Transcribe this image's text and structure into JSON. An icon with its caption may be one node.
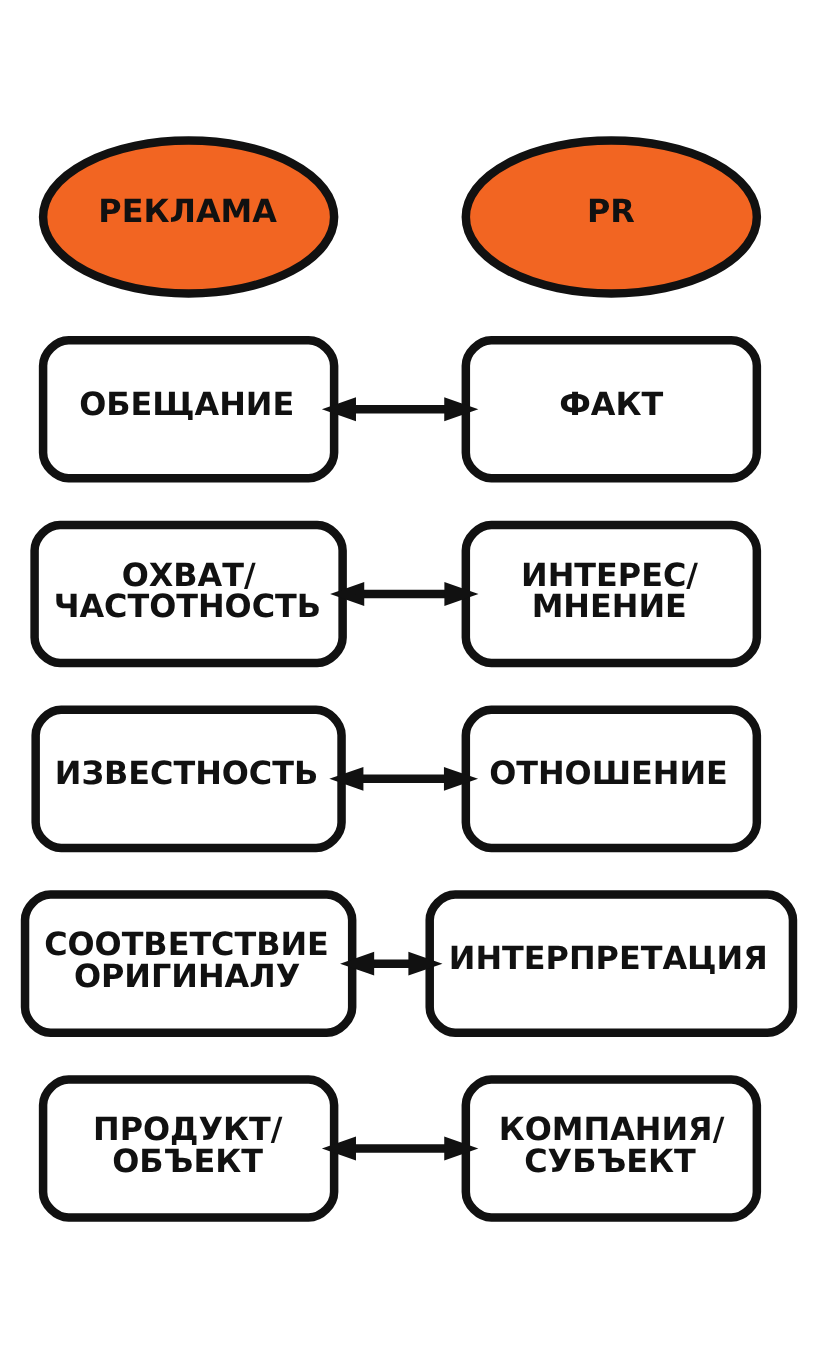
{
  "diagram": {
    "nodes": [
      {
        "text": [
          "РЕКЛАМА"
        ]
      },
      {
        "text": [
          "PR"
        ]
      },
      {
        "text": [
          "ОБЕЩАНИЕ"
        ]
      },
      {
        "text": [
          "ФАКТ"
        ]
      },
      {
        "text": [
          "ОХВАТ/ ЧАСТОТНОСТЬ"
        ]
      },
      {
        "text": [
          "ИНТЕРЕС/ МНЕНИЕ"
        ]
      },
      {
        "text": [
          "ИЗВЕСТНОСТЬ"
        ]
      },
      {
        "text": [
          "ОТНОШЕНИЕ"
        ]
      },
      {
        "text": [
          "СООТВЕТСТВИЕ ОРИГИНАЛУ"
        ]
      },
      {
        "text": [
          "ИНТЕРПРЕТАЦИЯ"
        ]
      },
      {
        "text": [
          "ПРОДУКТ/ ОБЪЕКТ"
        ]
      },
      {
        "text": [
          "КОМПАНИЯ/ СУБЪЕКТ"
        ]
      }
    ],
    "edges": [
      {
        "from": 2,
        "to": 3,
        "arrow": "both"
      },
      {
        "from": 4,
        "to": 5,
        "arrow": "both"
      },
      {
        "from": 6,
        "to": 7,
        "arrow": "both"
      },
      {
        "from": 8,
        "to": 9,
        "arrow": "both"
      },
      {
        "from": 10,
        "to": 11,
        "arrow": "both"
      }
    ]
  }
}
